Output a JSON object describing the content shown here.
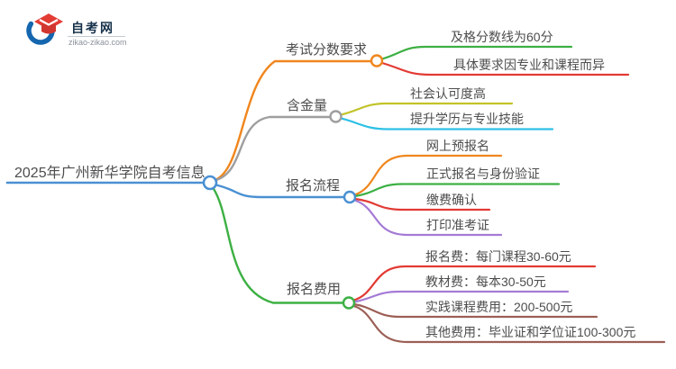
{
  "logo": {
    "icon": "graduation-cap-icon",
    "title": "自考网",
    "subtitle": "zikao-zikao.com"
  },
  "colors": {
    "text": "#4d4d4d",
    "background": "#ffffff",
    "logo_blue": "#1466ae",
    "logo_red": "#e23c34"
  },
  "mindmap": {
    "root": {
      "label": "2025年广州新华学院自考信息",
      "color": "#4a90d2"
    },
    "branches": [
      {
        "label": "考试分数要求",
        "color": "#f0861d",
        "children": [
          {
            "label": "及格分数线为60分",
            "color": "#3cb043"
          },
          {
            "label": "具体要求因专业和课程而异",
            "color": "#e23a34"
          }
        ]
      },
      {
        "label": "含金量",
        "color": "#9e9e9e",
        "children": [
          {
            "label": "社会认可度高",
            "color": "#c2c328"
          },
          {
            "label": "提升学历与专业技能",
            "color": "#2ec0e6"
          }
        ]
      },
      {
        "label": "报名流程",
        "color": "#4a90d2",
        "children": [
          {
            "label": "网上预报名",
            "color": "#f0861d"
          },
          {
            "label": "正式报名与身份验证",
            "color": "#3cb043"
          },
          {
            "label": "缴费确认",
            "color": "#e23a34"
          },
          {
            "label": "打印准考证",
            "color": "#a47ad6"
          }
        ]
      },
      {
        "label": "报名费用",
        "color": "#3cb043",
        "children": [
          {
            "label": "报名费：每门课程30-60元",
            "color": "#e23a34"
          },
          {
            "label": "教材费：每本30-50元",
            "color": "#a47ad6"
          },
          {
            "label": "实践课程费用：200-500元",
            "color": "#9c5f55"
          },
          {
            "label": "其他费用：毕业证和学位证100-300元",
            "color": "#9c5f55"
          }
        ]
      }
    ]
  }
}
